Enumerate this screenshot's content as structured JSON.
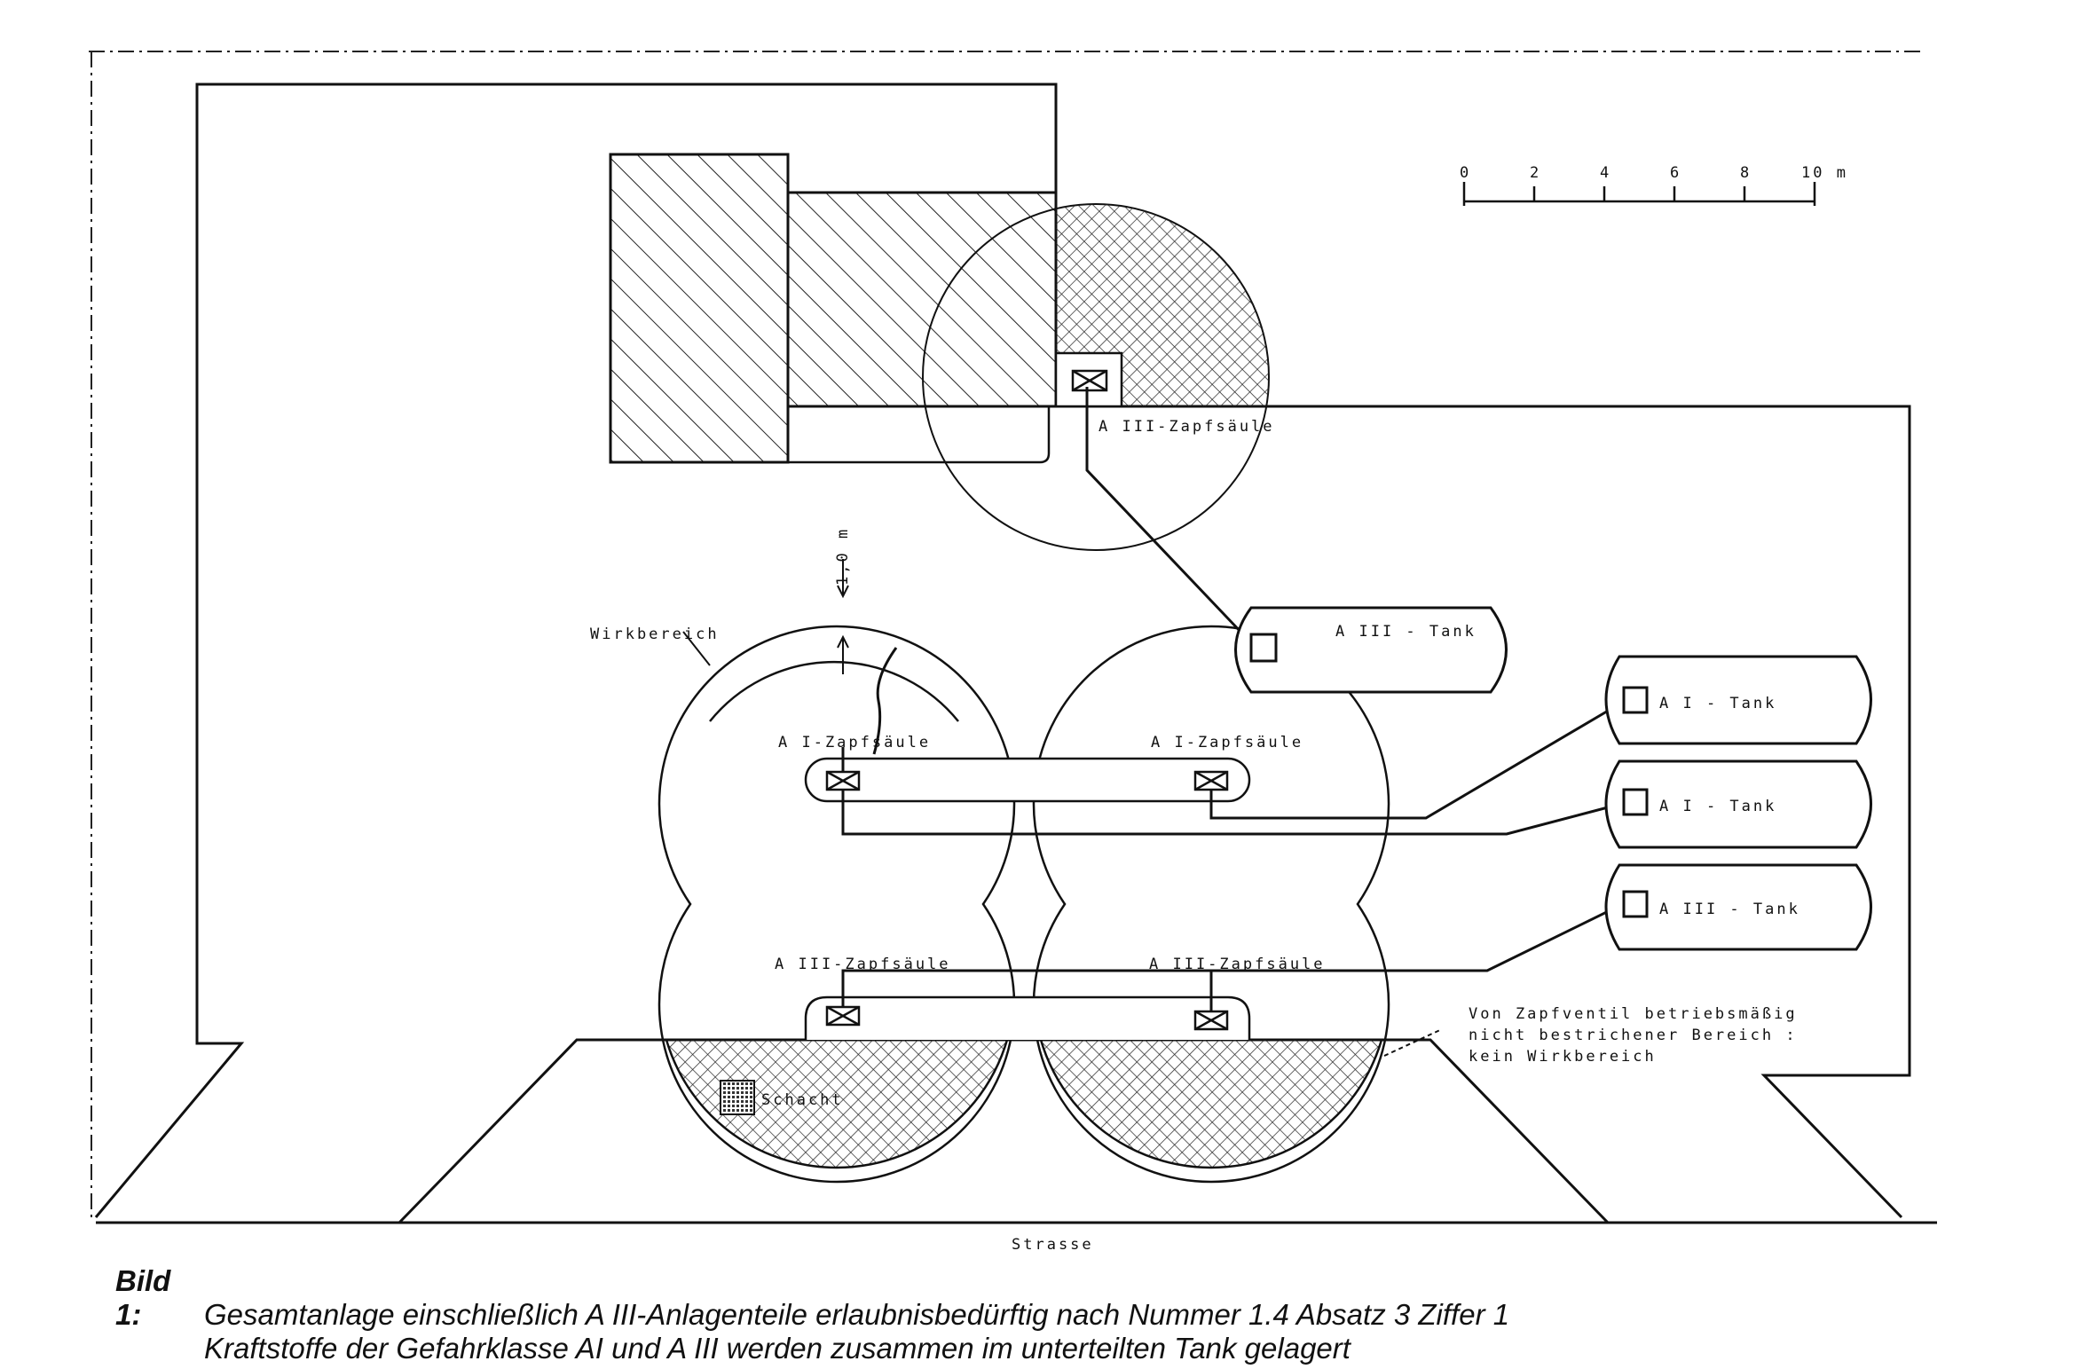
{
  "scale_bar": {
    "ticks": [
      "0",
      "2",
      "4",
      "6",
      "8",
      "10 m"
    ]
  },
  "labels": {
    "dispenser_a3_top": "A III-Zapfsäule",
    "tank_a3_mid": "A III - Tank",
    "dim_label": "1,0 m",
    "wirkbereich": "Wirkbereich",
    "dispenser_a1_left": "A I-Zapfsäule",
    "dispenser_a1_right": "A I-Zapfsäule",
    "tank_a1_1": "A I - Tank",
    "tank_a1_2": "A I - Tank",
    "tank_a3_right": "A III - Tank",
    "dispenser_a3_left": "A III-Zapfsäule",
    "dispenser_a3_right": "A III-Zapfsäule",
    "note_line1": "Von Zapfventil betriebsmäßig",
    "note_line2": "nicht bestrichener Bereich :",
    "note_line3": "kein Wirkbereich",
    "schacht": "Schacht",
    "strasse": "Strasse"
  },
  "caption": {
    "label": "Bild 1:",
    "line1": "Gesamtanlage einschließlich A III-Anlagenteile erlaubnisbedürftig nach Nummer 1.4 Absatz 3 Ziffer 1",
    "line2": "Kraftstoffe der Gefahrklasse AI und A III werden zusammen im unterteilten Tank gelagert"
  }
}
